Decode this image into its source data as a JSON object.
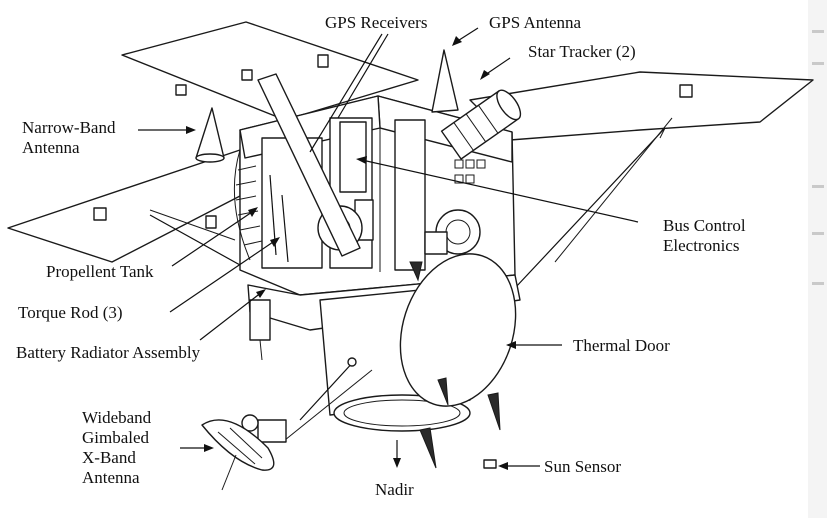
{
  "labels": {
    "gps_receivers": "GPS Receivers",
    "gps_antenna": "GPS Antenna",
    "star_tracker": "Star Tracker (2)",
    "narrow_band_1": "Narrow-Band",
    "narrow_band_2": "Antenna",
    "bus_control_1": "Bus Control",
    "bus_control_2": "Electronics",
    "propellent_tank": "Propellent Tank",
    "torque_rod": "Torque Rod (3)",
    "battery_radiator": "Battery Radiator Assembly",
    "thermal_door": "Thermal Door",
    "wideband_1": "Wideband",
    "wideband_2": "Gimbaled",
    "wideband_3": "X-Band",
    "wideband_4": "Antenna",
    "sun_sensor": "Sun Sensor",
    "nadir": "Nadir"
  }
}
